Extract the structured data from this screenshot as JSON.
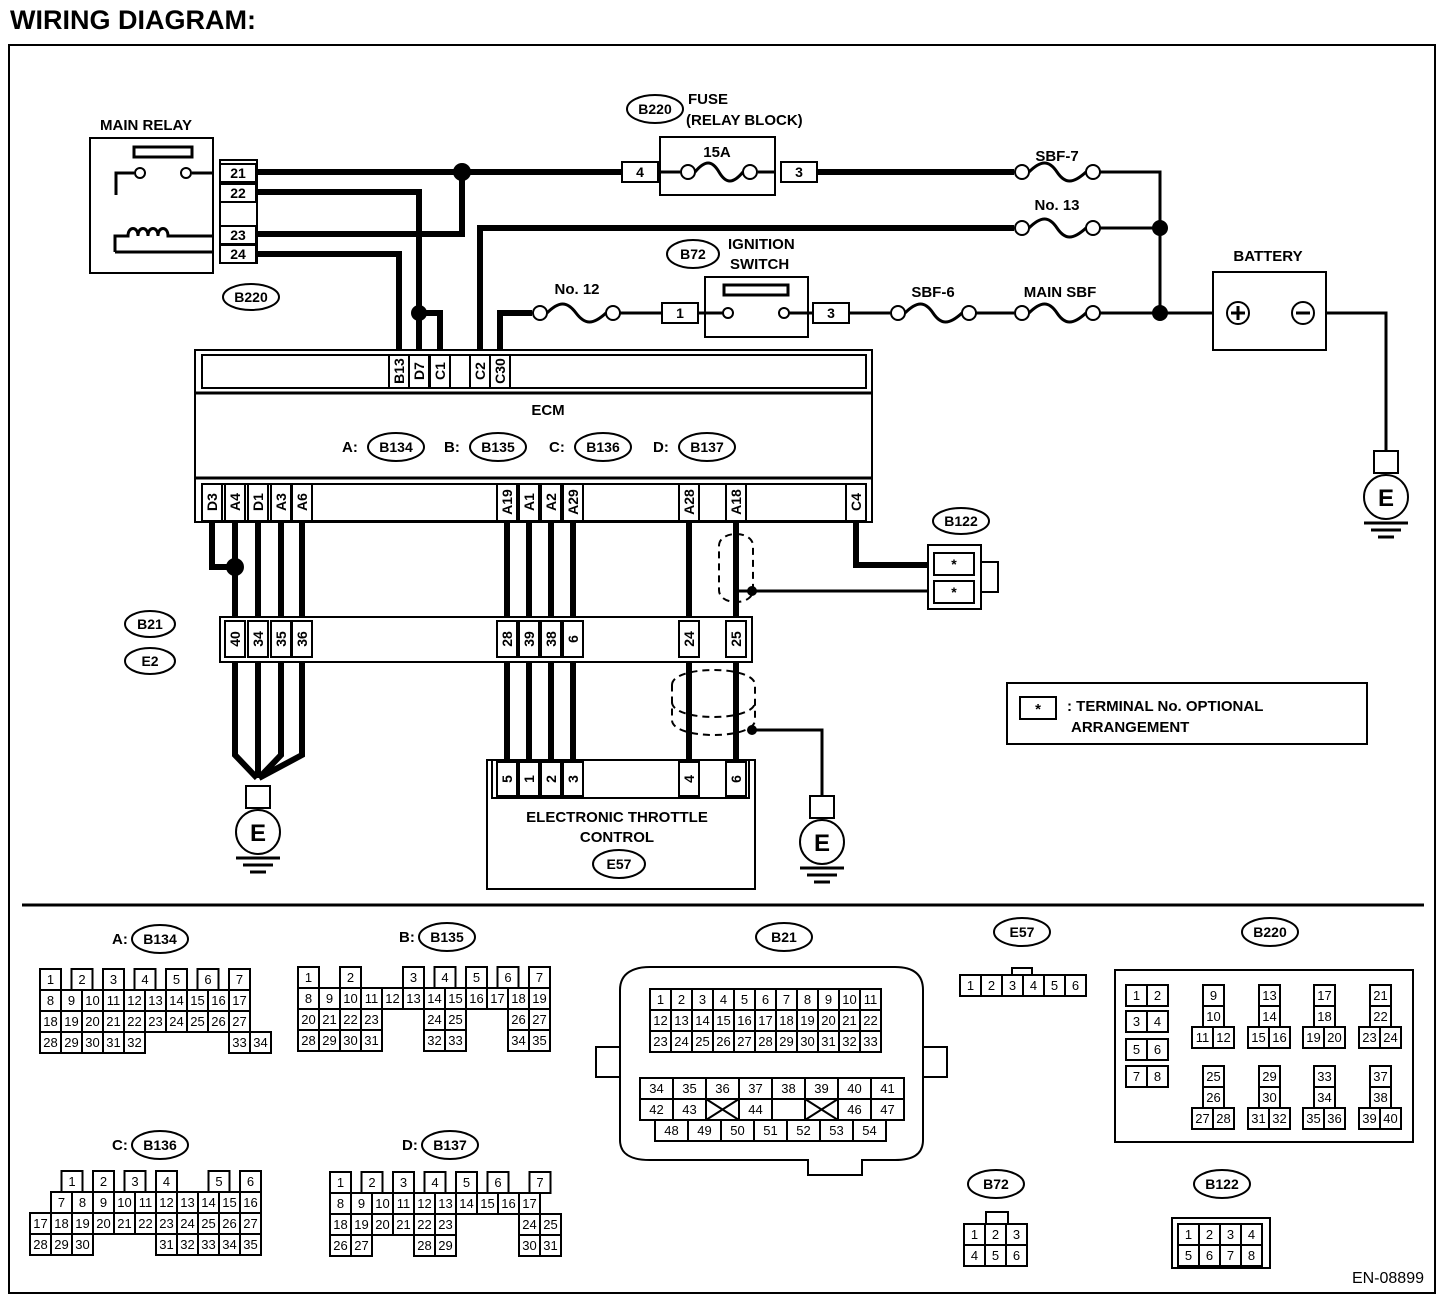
{
  "title": "WIRING DIAGRAM:",
  "doc_code": "EN-08899",
  "components": {
    "main_relay": "MAIN RELAY",
    "fuse_title": "FUSE",
    "fuse_sub": "(RELAY BLOCK)",
    "fuse_rating": "15A",
    "sbf7": "SBF-7",
    "no13": "No. 13",
    "no12": "No. 12",
    "ignition_1": "IGNITION",
    "ignition_2": "SWITCH",
    "sbf6": "SBF-6",
    "main_sbf": "MAIN SBF",
    "battery": "BATTERY",
    "ecm": "ECM",
    "etc_1": "ELECTRONIC THROTTLE",
    "etc_2": "CONTROL",
    "ground": "E"
  },
  "ecm_connectors": [
    {
      "prefix": "A:",
      "code": "B134"
    },
    {
      "prefix": "B:",
      "code": "B135"
    },
    {
      "prefix": "C:",
      "code": "B136"
    },
    {
      "prefix": "D:",
      "code": "B137"
    }
  ],
  "connector_codes": {
    "b220": "B220",
    "b72": "B72",
    "b122": "B122",
    "b21": "B21",
    "e2": "E2",
    "e57": "E57"
  },
  "legend": {
    "symbol": "*",
    "line1": ": TERMINAL No. OPTIONAL",
    "line2": "ARRANGEMENT"
  },
  "relay_pins": [
    "21",
    "22",
    "23",
    "24"
  ],
  "fuse_pins": [
    "4",
    "3"
  ],
  "ign_pins": [
    "1",
    "3"
  ],
  "ecm_top_pins": [
    "B13",
    "D7",
    "C1",
    "C2",
    "C30"
  ],
  "ecm_bottom_pins": [
    "D3",
    "A4",
    "D1",
    "A3",
    "A6",
    "A19",
    "A1",
    "A2",
    "A29",
    "A28",
    "A18",
    "C4"
  ],
  "b21_pins": [
    "40",
    "34",
    "35",
    "36",
    "28",
    "39",
    "38",
    "6",
    "24",
    "25"
  ],
  "etc_pins": [
    "5",
    "1",
    "2",
    "3",
    "4",
    "6"
  ],
  "b122_pins": [
    "*",
    "*"
  ],
  "connector_views": {
    "b134": {
      "prefix": "A:",
      "code": "B134",
      "rows": [
        [
          "1",
          "2",
          "3",
          "4",
          "5",
          "6",
          "7"
        ],
        [
          "8",
          "9",
          "10",
          "11",
          "12",
          "13",
          "14",
          "15",
          "16",
          "17"
        ],
        [
          "18",
          "19",
          "20",
          "21",
          "22",
          "23",
          "24",
          "25",
          "26",
          "27"
        ],
        [
          "28",
          "29",
          "30",
          "31",
          "32",
          "33",
          "34"
        ]
      ]
    },
    "b135": {
      "prefix": "B:",
      "code": "B135",
      "rows": [
        [
          "1",
          "2",
          "3",
          "4",
          "5",
          "6",
          "7"
        ],
        [
          "8",
          "9",
          "10",
          "11",
          "12",
          "13",
          "14",
          "15",
          "16",
          "17",
          "18",
          "19"
        ],
        [
          "20",
          "21",
          "22",
          "23",
          "24",
          "25",
          "26",
          "27"
        ],
        [
          "28",
          "29",
          "30",
          "31",
          "32",
          "33",
          "34",
          "35"
        ]
      ]
    },
    "b136": {
      "prefix": "C:",
      "code": "B136",
      "rows": [
        [
          "1",
          "2",
          "3",
          "4",
          "5",
          "6"
        ],
        [
          "7",
          "8",
          "9",
          "10",
          "11",
          "12",
          "13",
          "14",
          "15",
          "16"
        ],
        [
          "17",
          "18",
          "19",
          "20",
          "21",
          "22",
          "23",
          "24",
          "25",
          "26",
          "27"
        ],
        [
          "28",
          "29",
          "30",
          "31",
          "32",
          "33",
          "34",
          "35"
        ]
      ]
    },
    "b137": {
      "prefix": "D:",
      "code": "B137",
      "rows": [
        [
          "1",
          "2",
          "3",
          "4",
          "5",
          "6",
          "7"
        ],
        [
          "8",
          "9",
          "10",
          "11",
          "12",
          "13",
          "14",
          "15",
          "16",
          "17"
        ],
        [
          "18",
          "19",
          "20",
          "21",
          "22",
          "23",
          "24",
          "25"
        ],
        [
          "26",
          "27",
          "28",
          "29",
          "30",
          "31"
        ]
      ]
    },
    "b21": {
      "code": "B21",
      "rows": [
        [
          "1",
          "2",
          "3",
          "4",
          "5",
          "6",
          "7",
          "8",
          "9",
          "10",
          "11"
        ],
        [
          "12",
          "13",
          "14",
          "15",
          "16",
          "17",
          "18",
          "19",
          "20",
          "21",
          "22"
        ],
        [
          "23",
          "24",
          "25",
          "26",
          "27",
          "28",
          "29",
          "30",
          "31",
          "32",
          "33"
        ],
        [
          "34",
          "35",
          "36",
          "37",
          "38",
          "39",
          "40",
          "41"
        ],
        [
          "42",
          "43",
          "44",
          "45",
          "46",
          "47"
        ],
        [
          "48",
          "49",
          "50",
          "51",
          "52",
          "53",
          "54"
        ]
      ]
    },
    "e57": {
      "code": "E57",
      "rows": [
        [
          "1",
          "2",
          "3",
          "4",
          "5",
          "6"
        ]
      ]
    },
    "b220": {
      "code": "B220",
      "rows": [
        [
          "1",
          "2",
          "9",
          "13",
          "17",
          "21"
        ],
        [
          "3",
          "4",
          "10",
          "14",
          "18",
          "22"
        ],
        [
          "11",
          "12",
          "15",
          "16",
          "19",
          "20",
          "23",
          "24"
        ],
        [
          "5",
          "6"
        ],
        [
          "7",
          "8",
          "25",
          "29",
          "33",
          "37"
        ],
        [
          "26",
          "30",
          "34",
          "38"
        ],
        [
          "27",
          "28",
          "31",
          "32",
          "35",
          "36",
          "39",
          "40"
        ]
      ]
    },
    "b72": {
      "code": "B72",
      "rows": [
        [
          "1",
          "2",
          "3"
        ],
        [
          "4",
          "5",
          "6"
        ]
      ]
    },
    "b122": {
      "code": "B122",
      "rows": [
        [
          "1",
          "2",
          "3",
          "4"
        ],
        [
          "5",
          "6",
          "7",
          "8"
        ]
      ]
    }
  }
}
